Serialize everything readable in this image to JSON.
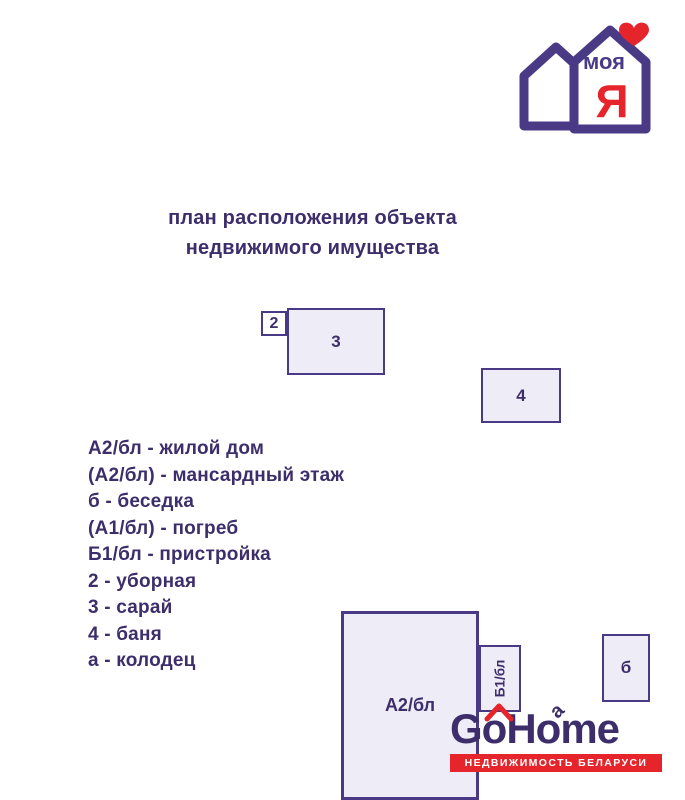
{
  "brand_top": {
    "moya": "моя",
    "ya": "Я"
  },
  "title": {
    "line1": "план расположения объекта",
    "line2": "недвижимого имущества"
  },
  "plan": {
    "box2": "2",
    "box3": "3",
    "box4": "4",
    "boxA2": "А2/бл",
    "boxB1": "Б1/бл",
    "boxB": "б",
    "well": "а"
  },
  "legend": {
    "items": [
      "А2/бл - жилой дом",
      "(А2/бл) - мансардный этаж",
      "б - беседка",
      "(А1/бл) - погреб",
      "Б1/бл - пристройка",
      "2 - уборная",
      "3 - сарай",
      "4 - баня",
      "а - колодец"
    ]
  },
  "footer": {
    "go": "Go",
    "home": "Home",
    "subtitle": "НЕДВИЖИМОСТЬ БЕЛАРУСИ"
  },
  "colors": {
    "purple": "#3d2e6b",
    "red": "#e5242b",
    "box_fill": "#eeecf7"
  }
}
